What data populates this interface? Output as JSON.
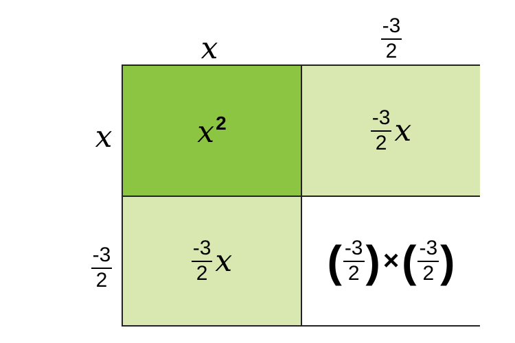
{
  "diagram": {
    "colors": {
      "dark_green": "#8cc542",
      "light_green": "#d8e8b0",
      "white": "#ffffff",
      "border": "#222222"
    },
    "top_labels": {
      "first": "x",
      "second": {
        "numerator": "-3",
        "denominator": "2"
      }
    },
    "left_labels": {
      "first": "x",
      "second": {
        "numerator": "-3",
        "denominator": "2"
      }
    },
    "cells": {
      "top_left": {
        "base": "x",
        "exponent": "2"
      },
      "top_right": {
        "numerator": "-3",
        "denominator": "2",
        "variable": "x"
      },
      "bottom_left": {
        "numerator": "-3",
        "denominator": "2",
        "variable": "x"
      },
      "bottom_right": {
        "left_paren": "(",
        "right_paren": ")",
        "left_numerator": "-3",
        "left_denominator": "2",
        "operator": "×",
        "right_numerator": "-3",
        "right_denominator": "2"
      }
    }
  }
}
